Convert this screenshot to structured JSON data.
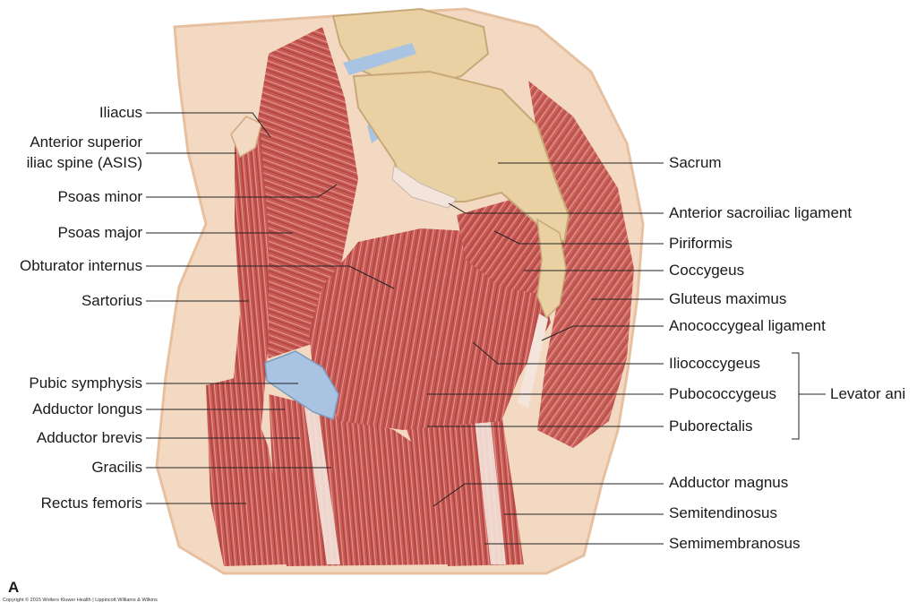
{
  "figure": {
    "panel_letter": "A",
    "copyright": "Copyright © 2015 Wolters Kluwer Health | Lippincott Williams & Wilkins"
  },
  "colors": {
    "skin": "#f4d9c2",
    "skin_edge": "#e7c0a0",
    "muscle": "#c85a55",
    "muscle_dark": "#a63f3c",
    "muscle_light": "#e59a91",
    "tendon": "#f3e4dc",
    "bone": "#e9d1a4",
    "bone_dark": "#c8a878",
    "cartilage": "#a8c4e2",
    "line": "#222222"
  },
  "labels": {
    "left": [
      "Iliacus",
      "Anterior superior",
      "iliac spine (ASIS)",
      "Psoas minor",
      "Psoas major",
      "Obturator internus",
      "Sartorius",
      "Pubic symphysis",
      "Adductor longus",
      "Adductor brevis",
      "Gracilis",
      "Rectus femoris"
    ],
    "right": [
      "Sacrum",
      "Anterior sacroiliac ligament",
      "Piriformis",
      "Coccygeus",
      "Gluteus maximus",
      "Anococcygeal ligament",
      "Iliococcygeus",
      "Pubococcygeus",
      "Puborectalis",
      "Adductor magnus",
      "Semitendinosus",
      "Semimembranosus"
    ],
    "group": "Levator ani"
  }
}
